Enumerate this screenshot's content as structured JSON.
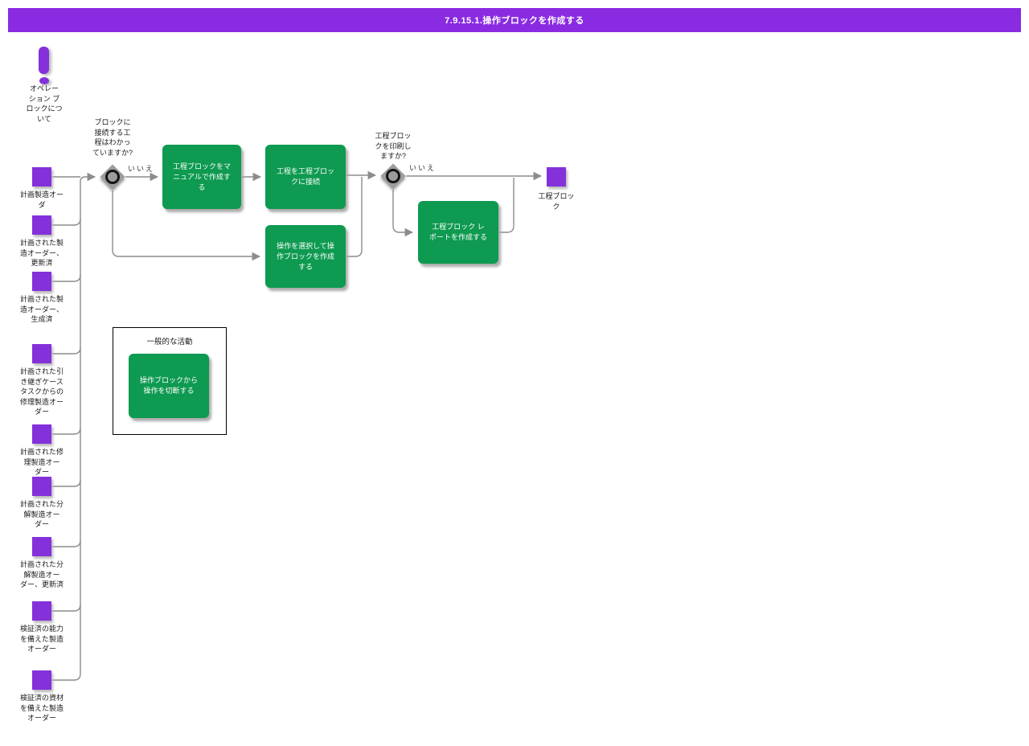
{
  "header": {
    "title": "7.9.15.1.操作ブロックを作成する"
  },
  "colors": {
    "purple_header": "#8A2BE2",
    "purple": "#8431DB",
    "green": "#0E9A50",
    "line": "#8C8C8C"
  },
  "note": {
    "icon": "exclamation-icon",
    "label": "オペレー\nション ブ\nロックにつ\nいて"
  },
  "inputs": [
    {
      "label": "計画製造オー\nダ"
    },
    {
      "label": "計画された製\n造オーダー、\n更新済"
    },
    {
      "label": "計画された製\n造オーダー、\n生成済"
    },
    {
      "label": "計画された引\nき継ぎケース\nタスクからの\n修理製造オー\nダー"
    },
    {
      "label": "計画された修\n理製造オー\nダー"
    },
    {
      "label": "計画された分\n解製造オー\nダー"
    },
    {
      "label": "計画された分\n解製造オー\nダー、更新済"
    },
    {
      "label": "検証済の能力\nを備えた製造\nオーダー"
    },
    {
      "label": "検証済の資材\nを備えた製造\nオーダー"
    }
  ],
  "decisions": [
    {
      "question": "ブロックに\n接続する工\n程はわかっ\nていますか?",
      "no_label": "いいえ"
    },
    {
      "question": "工程ブロッ\nクを印刷し\nますか?",
      "no_label": "いいえ"
    }
  ],
  "activities": [
    {
      "label": "工程ブロックをマ\nニュアルで作成す\nる"
    },
    {
      "label": "工程を工程ブロッ\nクに接続"
    },
    {
      "label": "操作を選択して操\n作ブロックを作成\nする"
    },
    {
      "label": "工程ブロック レ\nポートを作成する"
    }
  ],
  "general": {
    "title": "一般的な活動",
    "activity": "操作ブロックから\n操作を切断する"
  },
  "output": {
    "label": "工程ブロッ\nク"
  }
}
